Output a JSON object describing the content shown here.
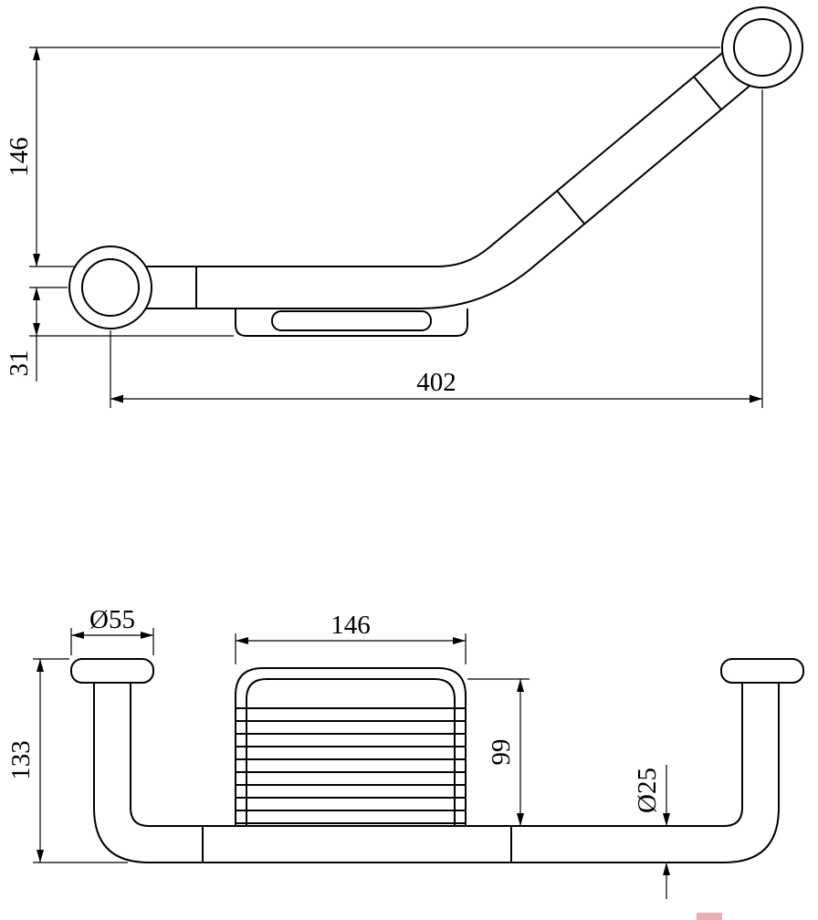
{
  "page": {
    "background": "#ffffff",
    "line_color": "#000000",
    "artifact_color": "#e8b0b4"
  },
  "top_view": {
    "dim_height": "146",
    "dim_offset": "31",
    "dim_length": "402"
  },
  "front_view": {
    "dim_flange_diameter": "Ø55",
    "dim_basket_width": "146",
    "dim_overall_height": "133",
    "dim_basket_height": "99",
    "dim_tube_diameter": "Ø25"
  }
}
